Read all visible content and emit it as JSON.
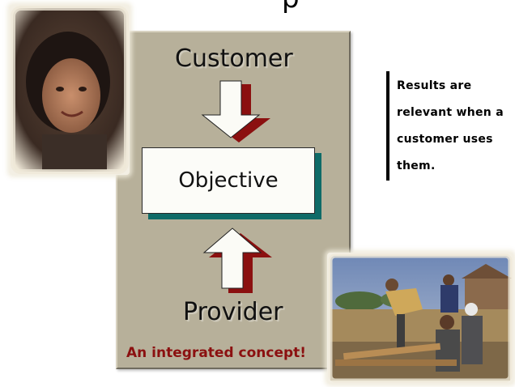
{
  "slide": {
    "title_fragment": "p"
  },
  "diagram": {
    "top_label": "Customer",
    "center_box": "Objective",
    "bottom_label": "Provider",
    "tagline": "An integrated concept!"
  },
  "note": {
    "line1": "Results are",
    "line2": "relevant when a",
    "line3": "customer uses",
    "line4": "them."
  },
  "photos": {
    "top_left": "portrait-photo",
    "bottom_right": "workers-photo"
  },
  "colors": {
    "panel": "#b7b09a",
    "box_shadow": "#0f6b68",
    "arrow_shadow": "#8b1010",
    "tagline": "#8b1010"
  }
}
